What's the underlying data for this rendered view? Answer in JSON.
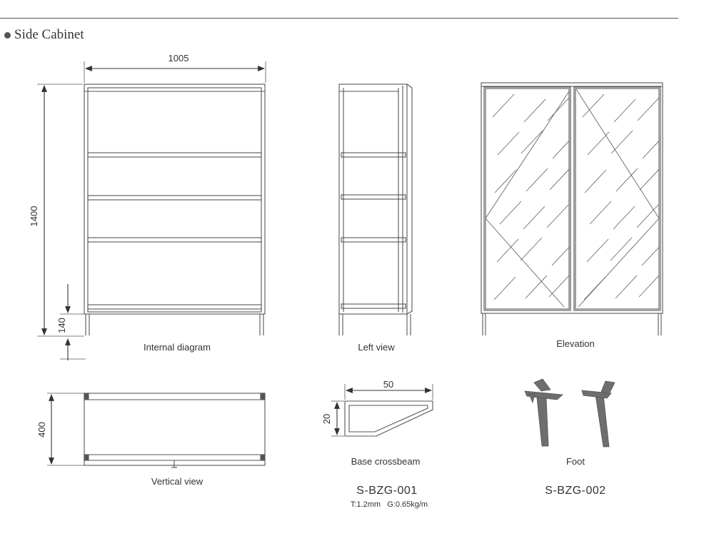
{
  "header": {
    "title": "Side Cabinet"
  },
  "dimensions": {
    "width": "1005",
    "height": "1400",
    "leg_height": "140",
    "depth": "400",
    "crossbeam_width": "50",
    "crossbeam_height": "20"
  },
  "captions": {
    "internal": "Internal diagram",
    "left": "Left view",
    "elevation": "Elevation",
    "vertical": "Vertical view",
    "crossbeam": "Base crossbeam",
    "foot": "Foot"
  },
  "parts": {
    "crossbeam_code": "S-BZG-001",
    "crossbeam_spec": "T:1.2mm   G:0.65kg/m",
    "foot_code": "S-BZG-002"
  },
  "colors": {
    "line": "#555555",
    "leg": "#6e6e6e"
  }
}
